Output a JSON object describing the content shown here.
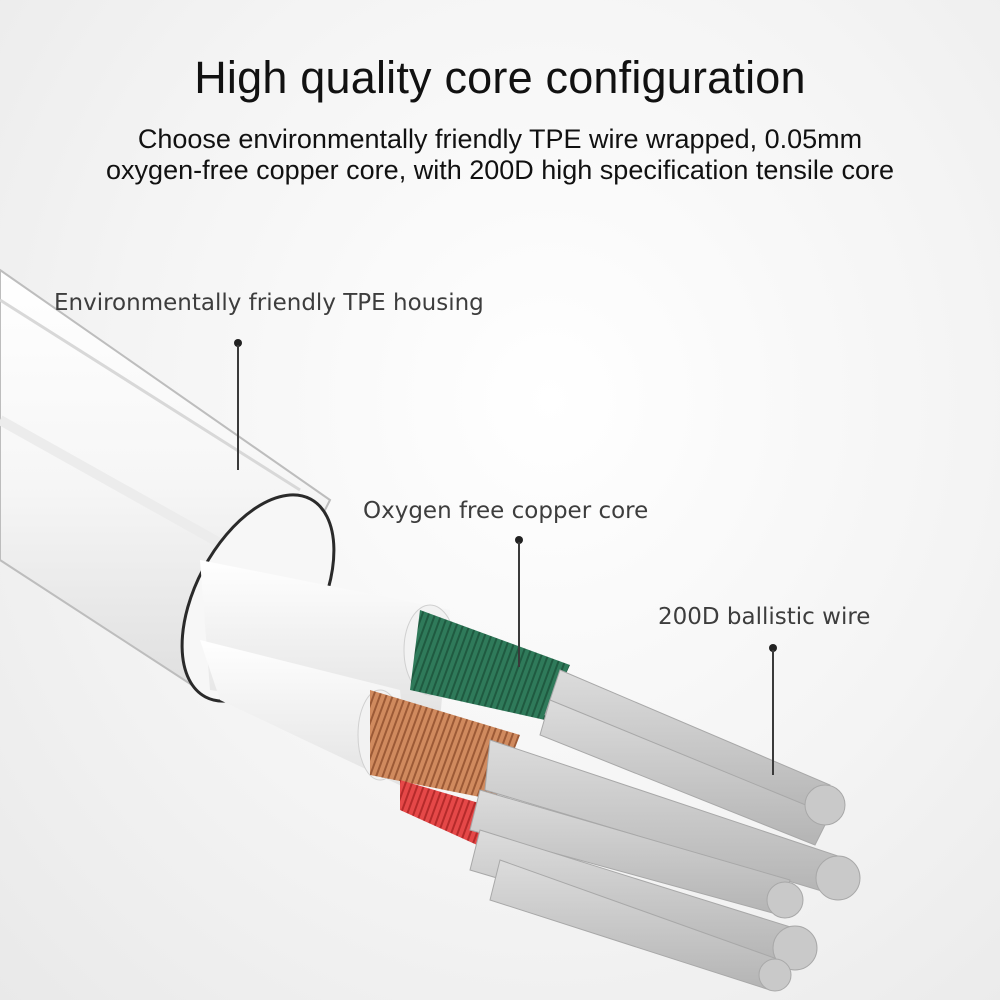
{
  "header": {
    "title": "High quality core configuration",
    "subtitle_line1": "Choose environmentally friendly TPE wire wrapped, 0.05mm",
    "subtitle_line2": "oxygen-free copper core, with 200D high specification tensile core"
  },
  "callouts": {
    "housing": "Environmentally friendly TPE housing",
    "copper": "Oxygen free copper core",
    "ballistic": "200D ballistic wire"
  },
  "colors": {
    "green_core": "#2f7a5a",
    "copper_core": "#c9825a",
    "red_core": "#e04a4a",
    "fiber": "#c8c8c8"
  }
}
